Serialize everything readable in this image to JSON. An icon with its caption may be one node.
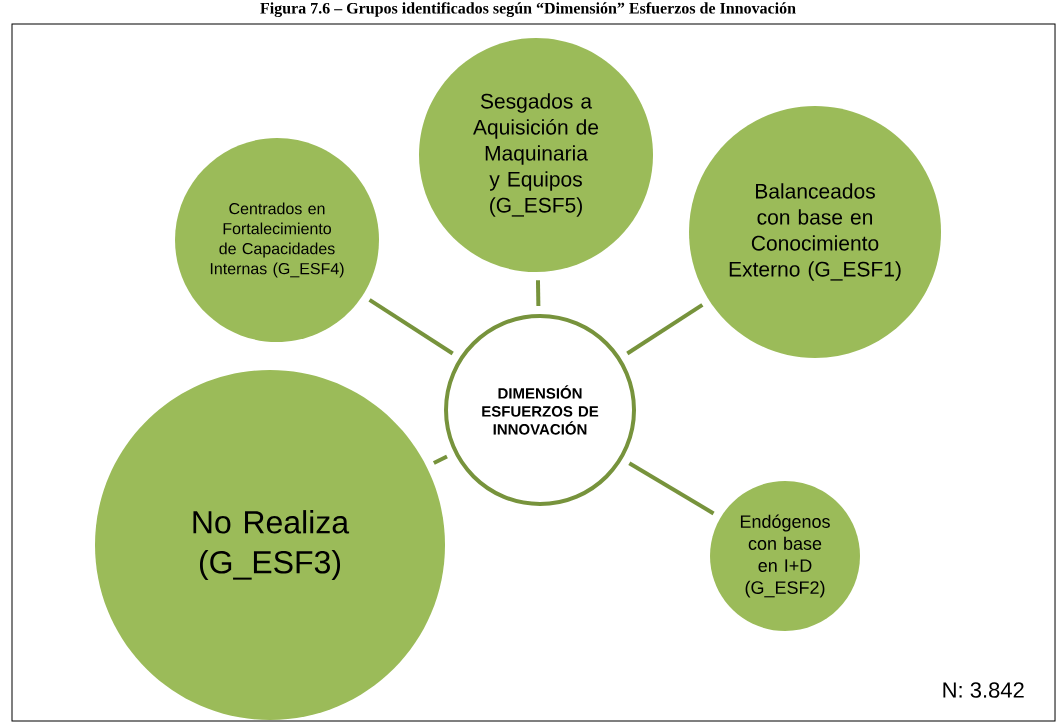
{
  "diagram": {
    "title": "Figura 7.6 – Grupos identificados según “Dimensión” Esfuerzos de Innovación",
    "nodes": [
      {
        "text": [
          "Centrados en Fortalecimiento de Capacidades Internas (G_ESF4)"
        ]
      },
      {
        "text": [
          "Sesgados a Aquisición de Maquinaria y Equipos (G_ESF5)"
        ]
      },
      {
        "text": [
          "Balanceados con base en Conocimiento Externo (G_ESF1)"
        ]
      },
      {
        "text": [
          "DIMENSIÓN ESFUERZOS DE INNOVACIÓN"
        ]
      },
      {
        "text": [
          "No Realiza (G_ESF3)"
        ]
      },
      {
        "text": [
          "Endógenos con base en I+D (G_ESF2)"
        ]
      }
    ],
    "edges": [
      {
        "from": 3,
        "to": 0,
        "arrow": "none"
      },
      {
        "from": 3,
        "to": 1,
        "arrow": "none"
      },
      {
        "from": 3,
        "to": 2,
        "arrow": "none"
      },
      {
        "from": 3,
        "to": 4,
        "arrow": "none"
      },
      {
        "from": 3,
        "to": 5,
        "arrow": "none"
      }
    ],
    "labels": [
      "N: 3.842"
    ]
  }
}
